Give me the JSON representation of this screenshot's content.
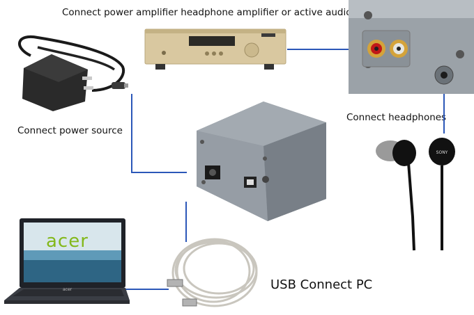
{
  "labels": {
    "top": "Connect power amplifier headphone amplifier or active audio",
    "power": "Connect power source",
    "headphones": "Connect headphones",
    "usb": "USB Connect PC"
  },
  "laptop": {
    "brand": "acer",
    "keyboard_brand": "acer"
  },
  "earbud_brand": "SONY",
  "colors": {
    "wire": "#2b57b8",
    "dac_body": "#8c949c",
    "amp_gold": "#d9c8a0",
    "acer_green": "#83b81a"
  }
}
